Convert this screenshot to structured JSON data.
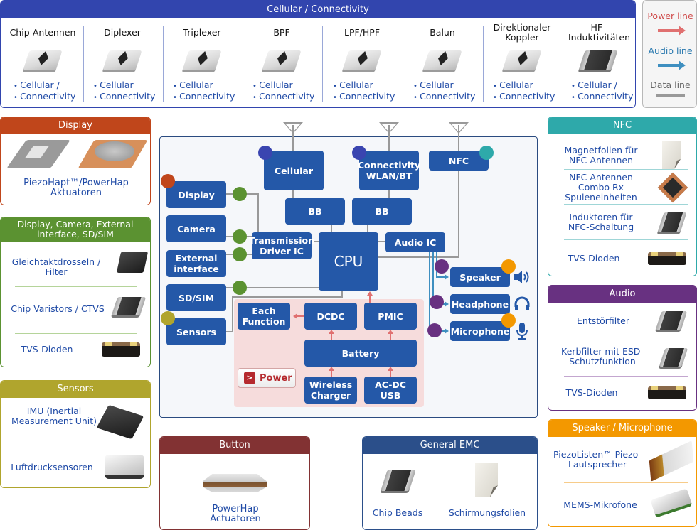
{
  "cellular": {
    "title": "Cellular / Connectivity",
    "items": [
      {
        "name": "Chip-Antennen",
        "apps": [
          "Cellular /",
          "Connectivity"
        ]
      },
      {
        "name": "Diplexer",
        "apps": [
          "Cellular",
          "Connectivity"
        ]
      },
      {
        "name": "Triplexer",
        "apps": [
          "Cellular",
          "Connectivity"
        ]
      },
      {
        "name": "BPF",
        "apps": [
          "Cellular",
          "Connectivity"
        ]
      },
      {
        "name": "LPF/HPF",
        "apps": [
          "Cellular",
          "Connectivity"
        ]
      },
      {
        "name": "Balun",
        "apps": [
          "Cellular",
          "Connectivity"
        ]
      },
      {
        "name": "Direktionaler Koppler",
        "apps": [
          "Cellular",
          "Connectivity"
        ]
      },
      {
        "name": "HF-Induktivitäten",
        "apps": [
          "Cellular /",
          "Connectivity"
        ]
      }
    ]
  },
  "legend": {
    "power": "Power line",
    "audio": "Audio line",
    "data": "Data line",
    "colors": {
      "power": "#e07070",
      "audio": "#3e8fc0",
      "data": "#999999"
    }
  },
  "left_panels": {
    "display": {
      "title": "Display",
      "color": "#c0461b",
      "items": [
        "PiezoHapt™/PowerHap Aktuatoren"
      ]
    },
    "interfaces": {
      "title": "Display, Camera, External interface, SD/SIM",
      "color": "#5b9231",
      "items": [
        "Gleichtaktdrosseln / Filter",
        "Chip Varistors / CTVS",
        "TVS-Dioden"
      ]
    },
    "sensors": {
      "title": "Sensors",
      "color": "#b0a52d",
      "items": [
        "IMU (Inertial Measurement Unit)",
        "Luftdrucksensoren"
      ]
    }
  },
  "right_panels": {
    "nfc": {
      "title": "NFC",
      "color": "#2ea9aa",
      "items": [
        "Magnetfolien für NFC-Antennen",
        "NFC Antennen Combo Rx Spuleneinheiten",
        "Induktoren für NFC-Schaltung",
        "TVS-Dioden"
      ]
    },
    "audio": {
      "title": "Audio",
      "color": "#683181",
      "items": [
        "Entstörfilter",
        "Kerbfilter mit ESD-Schutzfunktion",
        "TVS-Dioden"
      ]
    },
    "speaker_mic": {
      "title": "Speaker / Microphone",
      "color": "#f39800",
      "items": [
        "PiezoListen™ Piezo-Lautsprecher",
        "MEMS-Mikrofone"
      ]
    }
  },
  "bottom_panels": {
    "button": {
      "title": "Button",
      "color": "#823233",
      "items": [
        "PowerHap Actuatoren"
      ]
    },
    "emc": {
      "title": "General EMC",
      "color": "#2b4f8a",
      "items": [
        "Chip Beads",
        "Schirmungsfolien"
      ]
    }
  },
  "diagram": {
    "blocks": {
      "cellular": "Cellular",
      "connectivity": "Connectivity WLAN/BT",
      "nfc": "NFC",
      "display": "Display",
      "camera": "Camera",
      "external": "External interface",
      "sdsim": "SD/SIM",
      "sensors": "Sensors",
      "bb1": "BB",
      "bb2": "BB",
      "transmission": "Transmission Driver IC",
      "cpu": "CPU",
      "audio_ic": "Audio IC",
      "speaker": "Speaker",
      "headphone": "Headphone",
      "microphone": "Microphone",
      "each_function": "Each Function",
      "dcdc": "DCDC",
      "pmic": "PMIC",
      "battery": "Battery",
      "wireless": "Wireless Charger",
      "acdc": "AC-DC USB"
    },
    "power_button": "Power",
    "dot_colors": {
      "cellular": "#3a45b0",
      "display": "#c0461b",
      "interface": "#5b9231",
      "sensors": "#b0a52d",
      "nfc": "#2ea9aa",
      "audio": "#683181",
      "speaker_mic": "#f39800"
    }
  }
}
